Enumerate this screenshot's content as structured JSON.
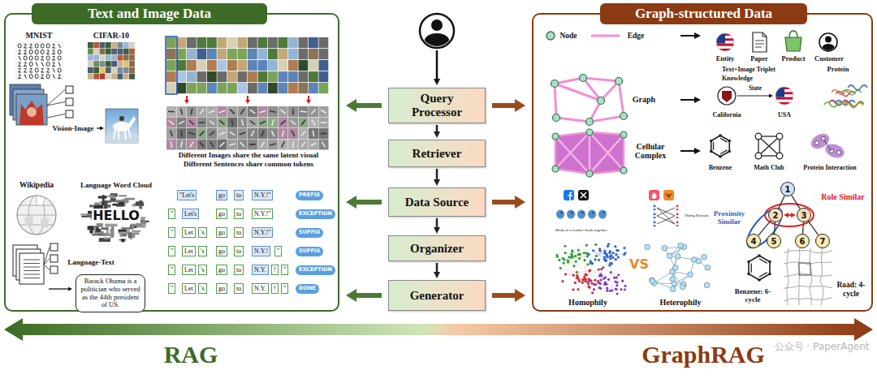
{
  "diagram": {
    "nodes": [
      {
        "text": [
          "Text and Image Data"
        ]
      },
      {
        "text": [
          "Barack Obama is a politician who served as the 44th president of US."
        ],
        "in": 0
      },
      {
        "text": [
          "\"Let's"
        ],
        "in": 0
      },
      {
        "text": [
          "go"
        ],
        "in": 0
      },
      {
        "text": [
          "to"
        ],
        "in": 0
      },
      {
        "text": [
          "N.Y.!\""
        ],
        "in": 0
      },
      {
        "text": [
          "PREFIX"
        ],
        "in": 0
      },
      {
        "text": [
          "\""
        ],
        "in": 0
      },
      {
        "text": [
          "Let's"
        ],
        "in": 0
      },
      {
        "text": [
          "go"
        ],
        "in": 0
      },
      {
        "text": [
          "to"
        ],
        "in": 0
      },
      {
        "text": [
          "N.Y.!\""
        ],
        "in": 0
      },
      {
        "text": [
          "EXCEPTION"
        ],
        "in": 0
      },
      {
        "text": [
          "\""
        ],
        "in": 0
      },
      {
        "text": [
          "Let"
        ],
        "in": 0
      },
      {
        "text": [
          "'s"
        ],
        "in": 0
      },
      {
        "text": [
          "go"
        ],
        "in": 0
      },
      {
        "text": [
          "to"
        ],
        "in": 0
      },
      {
        "text": [
          "N.Y.!\""
        ],
        "in": 0
      },
      {
        "text": [
          "SUFFIX"
        ],
        "in": 0
      },
      {
        "text": [
          "\""
        ],
        "in": 0
      },
      {
        "text": [
          "Let"
        ],
        "in": 0
      },
      {
        "text": [
          "'s"
        ],
        "in": 0
      },
      {
        "text": [
          "go"
        ],
        "in": 0
      },
      {
        "text": [
          "to"
        ],
        "in": 0
      },
      {
        "text": [
          "N.Y.!"
        ],
        "in": 0
      },
      {
        "text": [
          "\""
        ],
        "in": 0
      },
      {
        "text": [
          "SUFFIX"
        ],
        "in": 0
      },
      {
        "text": [
          "\""
        ],
        "in": 0
      },
      {
        "text": [
          "Let"
        ],
        "in": 0
      },
      {
        "text": [
          "'s"
        ],
        "in": 0
      },
      {
        "text": [
          "go"
        ],
        "in": 0
      },
      {
        "text": [
          "to"
        ],
        "in": 0
      },
      {
        "text": [
          "N.Y."
        ],
        "in": 0
      },
      {
        "text": [
          "!"
        ],
        "in": 0
      },
      {
        "text": [
          "\""
        ],
        "in": 0
      },
      {
        "text": [
          "EXCEPTION"
        ],
        "in": 0
      },
      {
        "text": [
          "\""
        ],
        "in": 0
      },
      {
        "text": [
          "Let"
        ],
        "in": 0
      },
      {
        "text": [
          "'s"
        ],
        "in": 0
      },
      {
        "text": [
          "go"
        ],
        "in": 0
      },
      {
        "text": [
          "to"
        ],
        "in": 0
      },
      {
        "text": [
          "N.Y."
        ],
        "in": 0
      },
      {
        "text": [
          "!"
        ],
        "in": 0
      },
      {
        "text": [
          "\""
        ],
        "in": 0
      },
      {
        "text": [
          "DONE"
        ],
        "in": 0
      },
      {
        "text": [
          "Query Processor"
        ]
      },
      {
        "text": [
          "Retriever"
        ]
      },
      {
        "text": [
          "Data Source"
        ]
      },
      {
        "text": [
          "Organizer"
        ]
      },
      {
        "text": [
          "Generator"
        ]
      },
      {
        "text": [
          "Graph-structured Data"
        ]
      },
      {
        "text": [
          "1"
        ],
        "in": 51
      },
      {
        "text": [
          "2"
        ],
        "in": 51
      },
      {
        "text": [
          "3"
        ],
        "in": 51
      },
      {
        "text": [
          "4"
        ],
        "in": 51
      },
      {
        "text": [
          "5"
        ],
        "in": 51
      },
      {
        "text": [
          "6"
        ],
        "in": 51
      },
      {
        "text": [
          "7"
        ],
        "in": 51
      }
    ],
    "edges": [
      {
        "from": 46,
        "to": 47,
        "arrow": "to"
      },
      {
        "from": 47,
        "to": 48,
        "arrow": "to"
      },
      {
        "from": 48,
        "to": 49,
        "arrow": "to"
      },
      {
        "from": 49,
        "to": 50,
        "arrow": "to"
      },
      {
        "from": 46,
        "to": 0,
        "arrow": "to"
      },
      {
        "from": 46,
        "to": 51,
        "arrow": "to"
      },
      {
        "from": 48,
        "to": 0,
        "arrow": "to"
      },
      {
        "from": 48,
        "to": 51,
        "arrow": "to"
      },
      {
        "from": 50,
        "to": 0,
        "arrow": "to"
      },
      {
        "from": 50,
        "to": 51,
        "arrow": "to"
      },
      {
        "from": 52,
        "to": 53,
        "arrow": "none"
      },
      {
        "from": 52,
        "to": 54,
        "arrow": "none"
      },
      {
        "from": 53,
        "to": 55,
        "arrow": "none"
      },
      {
        "from": 53,
        "to": 56,
        "arrow": "none"
      },
      {
        "from": 54,
        "to": 57,
        "arrow": "none"
      },
      {
        "from": 54,
        "to": 58,
        "arrow": "none"
      },
      {
        "from": 53,
        "to": 54,
        "arrow": "both"
      }
    ],
    "labels": [
      "MNIST",
      "CIFAR-10",
      "Vision-Image",
      "Different Images share the same latent visual",
      "Different Sentences share common tokens",
      "Wikipedia",
      "Language Word Cloud",
      "HELLO",
      "Language-Text",
      "Entity",
      "Paper",
      "Product",
      "Customer",
      "Graph",
      "Text+Image Triplet",
      "Knowledge",
      "State",
      "California",
      "USA",
      "Protein",
      "Cellular Complex",
      "Benzene",
      "Math Club",
      "Protein Interaction",
      "Birds of a feather flock together",
      "Dating Network",
      "Homophily",
      "VS",
      "Heterophily",
      "Role Similar",
      "Proximity Similar",
      "Benzene: 6-cycle",
      "Road: 4-cycle",
      "RAG",
      "GraphRAG",
      "公众号 · PaperAgent"
    ],
    "legend": [
      {
        "text": "Node"
      },
      {
        "text": "Edge"
      }
    ]
  }
}
